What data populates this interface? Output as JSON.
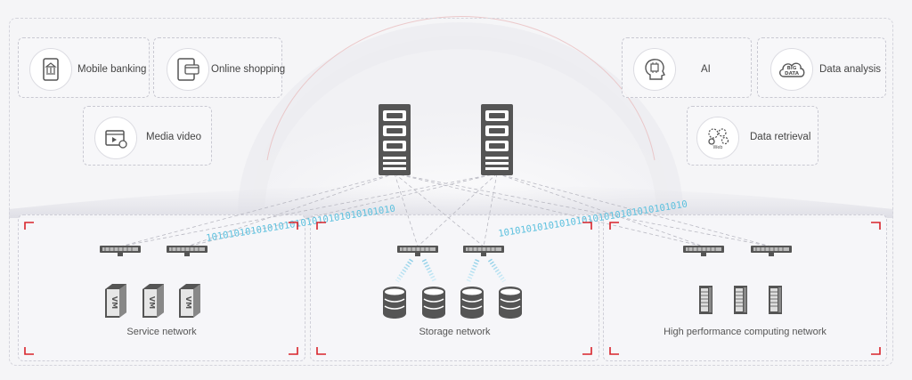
{
  "apps_left": {
    "mobile_banking": "Mobile banking",
    "online_shopping": "Online shopping",
    "media_video": "Media video"
  },
  "apps_right": {
    "ai": "AI",
    "data_analysis": "Data analysis",
    "data_retrieval": "Data retrieval",
    "big_data_line1": "BIG",
    "big_data_line2": "DATA",
    "web_icon_text": "Web"
  },
  "networks": {
    "service": "Service network",
    "storage": "Storage network",
    "hpc": "High performance computing network"
  },
  "binary_left": "1010101010101010101010101010101010",
  "binary_right": "1010101010101010101010101010101010",
  "vm_text": "VM",
  "colors": {
    "accent": "#d8232a",
    "binary": "#5bc0de",
    "device": "#555555"
  }
}
